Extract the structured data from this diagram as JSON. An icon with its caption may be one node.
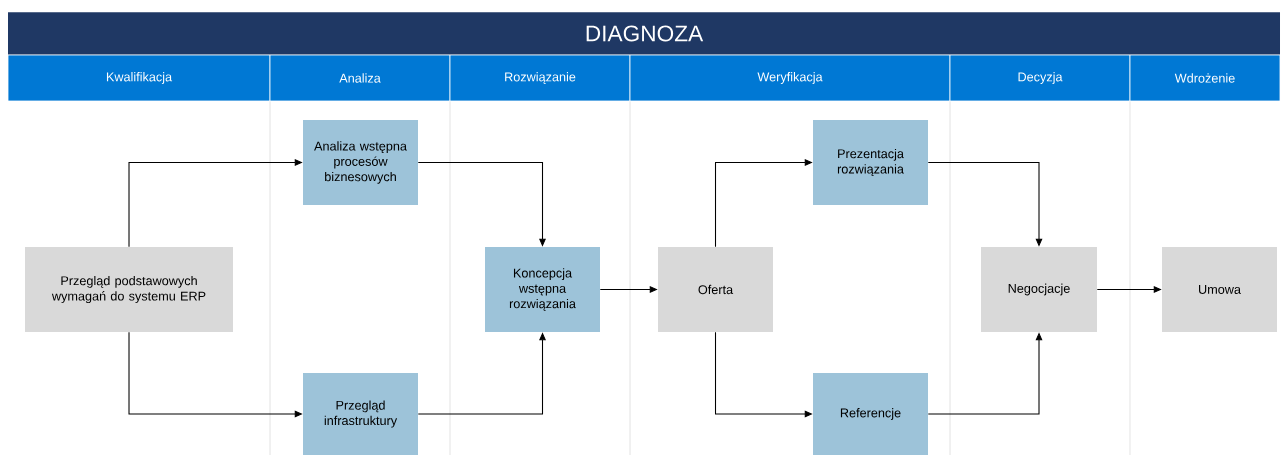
{
  "diagram": {
    "title": "DIAGNOZA",
    "nodes": [
      {
        "text": [
          "Kwalifikacja"
        ]
      },
      {
        "text": [
          "Analiza"
        ]
      },
      {
        "text": [
          "Rozwiązanie"
        ]
      },
      {
        "text": [
          "Weryfikacja"
        ]
      },
      {
        "text": [
          "Decyzja"
        ]
      },
      {
        "text": [
          "Wdrożenie"
        ]
      },
      {
        "text": [
          "Przegląd podstawowych wymagań do systemu ERP"
        ]
      },
      {
        "text": [
          "Analiza wstępna procesów biznesowych"
        ]
      },
      {
        "text": [
          "Przegląd infrastruktury"
        ]
      },
      {
        "text": [
          "Koncepcja wstępna rozwiązania"
        ]
      },
      {
        "text": [
          "Oferta"
        ]
      },
      {
        "text": [
          "Prezentacja rozwiązania"
        ]
      },
      {
        "text": [
          "Referencje"
        ]
      },
      {
        "text": [
          "Negocjacje"
        ]
      },
      {
        "text": [
          "Umowa"
        ]
      }
    ],
    "edges": [
      {
        "from": 6,
        "to": 7,
        "arrow": "to"
      },
      {
        "from": 6,
        "to": 8,
        "arrow": "to"
      },
      {
        "from": 7,
        "to": 9,
        "arrow": "to"
      },
      {
        "from": 8,
        "to": 9,
        "arrow": "to"
      },
      {
        "from": 9,
        "to": 10,
        "arrow": "to"
      },
      {
        "from": 10,
        "to": 11,
        "arrow": "to"
      },
      {
        "from": 10,
        "to": 12,
        "arrow": "to"
      },
      {
        "from": 11,
        "to": 13,
        "arrow": "to"
      },
      {
        "from": 12,
        "to": 13,
        "arrow": "to"
      },
      {
        "from": 13,
        "to": 14,
        "arrow": "to"
      }
    ]
  }
}
